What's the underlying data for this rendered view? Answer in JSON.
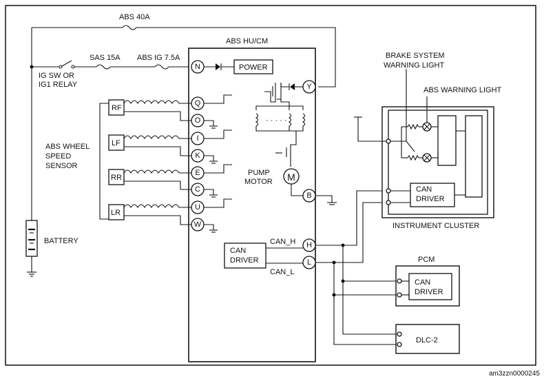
{
  "labels": {
    "abs_fuse_40a": "ABS 40A",
    "module_title": "ABS HU/CM",
    "sas_fuse": "SAS 15A",
    "abs_ig_fuse": "ABS IG 7.5A",
    "ig_sw_line1": "IG SW OR",
    "ig_sw_line2": "IG1 RELAY",
    "power": "POWER",
    "brake_warning_line1": "BRAKE SYSTEM",
    "brake_warning_line2": "WARNING LIGHT",
    "abs_warning_light": "ABS WARNING LIGHT",
    "wheel_sensor_line1": "ABS WHEEL",
    "wheel_sensor_line2": "SPEED",
    "wheel_sensor_line3": "SENSOR",
    "pump_line1": "PUMP",
    "pump_line2": "MOTOR",
    "motor_symbol": "M",
    "battery": "BATTERY",
    "can_h": "CAN_H",
    "can_l": "CAN_L",
    "can_driver_line1": "CAN",
    "can_driver_line2": "DRIVER",
    "instrument_cluster": "INSTRUMENT CLUSTER",
    "pcm": "PCM",
    "dlc": "DLC-2",
    "image_id": "am3zzn0000245"
  },
  "sensors": [
    "RF",
    "LF",
    "RR",
    "LR"
  ],
  "pins": {
    "N": "N",
    "Y": "Y",
    "Q": "Q",
    "O": "O",
    "I": "I",
    "K": "K",
    "E": "E",
    "C": "C",
    "U": "U",
    "W": "W",
    "B": "B",
    "H": "H",
    "L": "L"
  },
  "colors": {
    "line": "#111111",
    "background": "#ffffff"
  }
}
